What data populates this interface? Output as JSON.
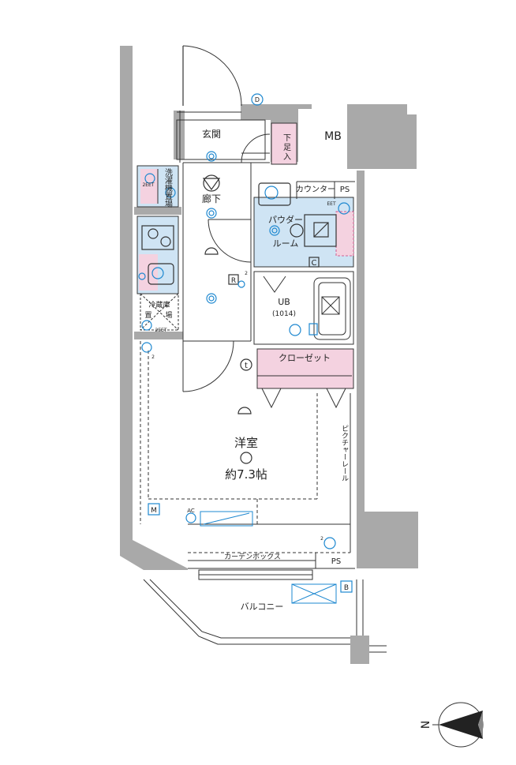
{
  "rooms": {
    "entrance": "玄関",
    "shoe_storage_1": "下",
    "shoe_storage_2": "足",
    "shoe_storage_3": "入",
    "mb": "MB",
    "hallway": "廊下",
    "washer_1": "洗",
    "washer_2": "濯",
    "washer_3": "機",
    "washer_4": "置",
    "washer_5": "場",
    "counter": "カウンター",
    "ps_top": "PS",
    "powder_room_1": "パウダー",
    "powder_room_2": "ルーム",
    "c_mark": "C",
    "r_mark": "R",
    "ub": "UB",
    "ub_size": "(1014)",
    "fridge_1": "冷蔵庫",
    "fridge_2": "置",
    "fridge_3": "場",
    "closet": "クローゼット",
    "picture_rail": "ピクチャーレール",
    "western_room": "洋室",
    "area": "約7.3帖",
    "m_mark": "M",
    "ac": "AC",
    "curtain_box": "カーテンボックス",
    "ps_bottom": "PS",
    "b_mark": "B",
    "balcony": "バルコニー",
    "d_mark": "D",
    "t_mark": "t",
    "eet_1": "2EET",
    "eet_2": "EET",
    "eet_3": "2EET",
    "num_2a": "2",
    "num_2b": "2",
    "num_2c": "2",
    "compass_n": "N"
  },
  "colors": {
    "wall": "#a9a9a9",
    "wet_area": "#cfe4f4",
    "pink_area": "#f4d2e0",
    "line": "#333333",
    "symbol": "#1e88d0"
  }
}
